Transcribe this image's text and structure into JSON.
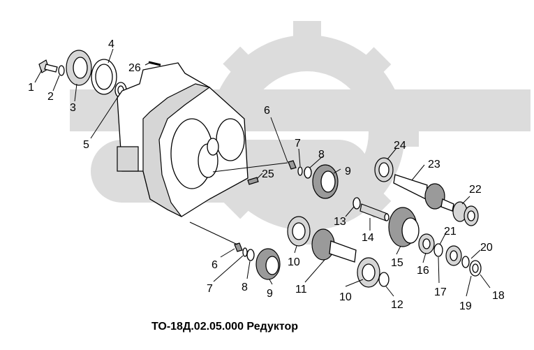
{
  "caption": "ТО-18Д.02.05.000 Редуктор",
  "callouts": [
    "1",
    "2",
    "3",
    "4",
    "5",
    "26",
    "6",
    "7",
    "8",
    "9",
    "24",
    "23",
    "22",
    "25",
    "13",
    "14",
    "21",
    "10",
    "15",
    "16",
    "20",
    "6",
    "7",
    "8",
    "9",
    "11",
    "10",
    "17",
    "19",
    "18",
    "12"
  ]
}
